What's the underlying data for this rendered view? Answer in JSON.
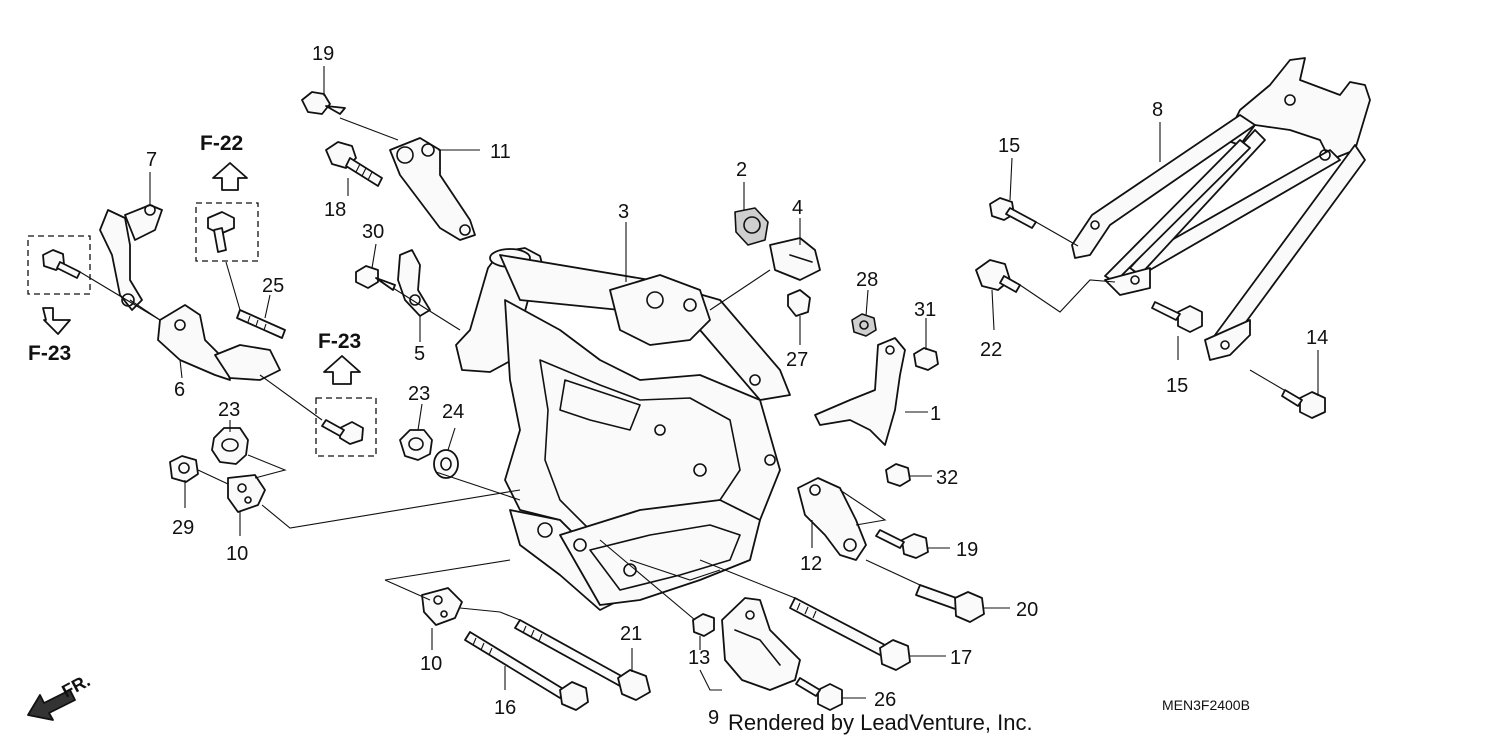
{
  "diagram": {
    "part_labels": [
      {
        "id": "p19a",
        "text": "19"
      },
      {
        "id": "p11",
        "text": "11"
      },
      {
        "id": "p18",
        "text": "18"
      },
      {
        "id": "p7",
        "text": "7"
      },
      {
        "id": "p30",
        "text": "30"
      },
      {
        "id": "p25",
        "text": "25"
      },
      {
        "id": "p5",
        "text": "5"
      },
      {
        "id": "p6",
        "text": "6"
      },
      {
        "id": "p3",
        "text": "3"
      },
      {
        "id": "p2",
        "text": "2"
      },
      {
        "id": "p4",
        "text": "4"
      },
      {
        "id": "p27",
        "text": "27"
      },
      {
        "id": "p28",
        "text": "28"
      },
      {
        "id": "p31",
        "text": "31"
      },
      {
        "id": "p1",
        "text": "1"
      },
      {
        "id": "p32",
        "text": "32"
      },
      {
        "id": "p8",
        "text": "8"
      },
      {
        "id": "p15a",
        "text": "15"
      },
      {
        "id": "p22",
        "text": "22"
      },
      {
        "id": "p15b",
        "text": "15"
      },
      {
        "id": "p14",
        "text": "14"
      },
      {
        "id": "p23a",
        "text": "23"
      },
      {
        "id": "p23b",
        "text": "23"
      },
      {
        "id": "p24",
        "text": "24"
      },
      {
        "id": "p29",
        "text": "29"
      },
      {
        "id": "p10a",
        "text": "10"
      },
      {
        "id": "p12",
        "text": "12"
      },
      {
        "id": "p19b",
        "text": "19"
      },
      {
        "id": "p20",
        "text": "20"
      },
      {
        "id": "p17",
        "text": "17"
      },
      {
        "id": "p10b",
        "text": "10"
      },
      {
        "id": "p16",
        "text": "16"
      },
      {
        "id": "p21",
        "text": "21"
      },
      {
        "id": "p13",
        "text": "13"
      },
      {
        "id": "p26",
        "text": "26"
      },
      {
        "id": "p9",
        "text": "9"
      }
    ],
    "ref_labels": {
      "f22": "F-22",
      "f23_left": "F-23",
      "f23_mid": "F-23"
    },
    "front_indicator": "FR.",
    "diagram_code": "MEN3F2400B",
    "credit": "Rendered by LeadVenture, Inc."
  }
}
